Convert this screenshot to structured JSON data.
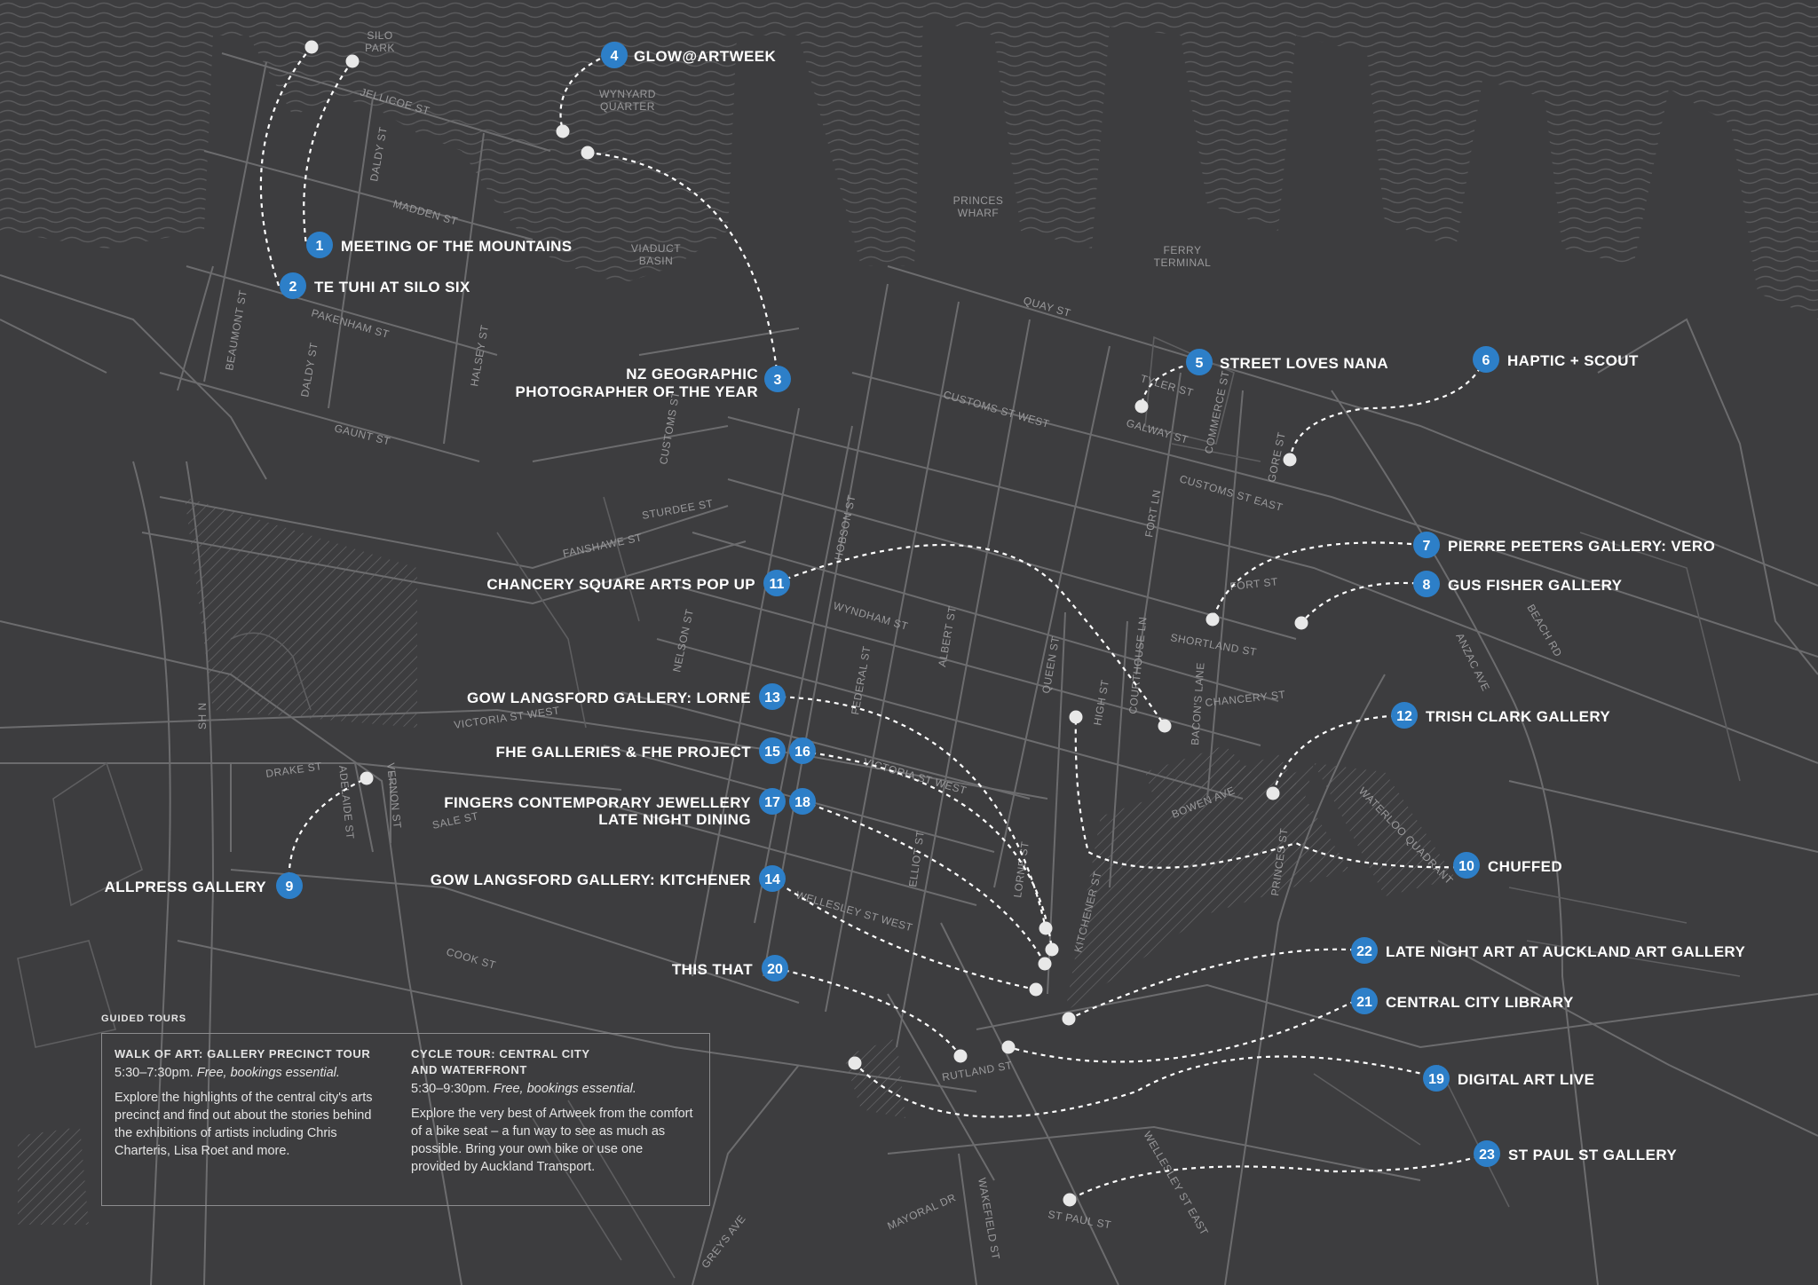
{
  "area_labels": {
    "silo_park": [
      "SILO",
      "PARK"
    ],
    "wynyard_quarter": [
      "WYNYARD",
      "QUARTER"
    ],
    "viaduct_basin": [
      "VIADUCT",
      "BASIN"
    ],
    "princes_wharf": [
      "PRINCES",
      "WHARF"
    ],
    "ferry_terminal": [
      "FERRY",
      "TERMINAL"
    ]
  },
  "streets": {
    "jellicoe": "JELLICOE ST",
    "daldy_north": "DALDY ST",
    "madden": "MADDEN ST",
    "beaumont": "BEAUMONT ST",
    "pakenham": "PAKENHAM ST",
    "daldy_south": "DALDY ST",
    "halsey": "HALSEY ST",
    "gaunt": "GAUNT ST",
    "customs_north": "CUSTOMS ST",
    "sturdee": "STURDEE ST",
    "fanshawe": "FANSHAWE ST",
    "quay": "QUAY ST",
    "customs_west": "CUSTOMS ST WEST",
    "tyler": "TYLER ST",
    "galway": "GALWAY ST",
    "commerce": "COMMERCE ST",
    "gore": "GORE ST",
    "customs_east": "CUSTOMS ST EAST",
    "fort_ln": "FORT LN",
    "fort_st": "FORT ST",
    "hobson": "HOBSON ST",
    "wyndham": "WYNDHAM ST",
    "albert": "ALBERT ST",
    "queen": "QUEEN ST",
    "shortland": "SHORTLAND ST",
    "beach_rd": "BEACH RD",
    "anzac": "ANZAC AVE",
    "nelson": "NELSON ST",
    "federal": "FEDERAL ST",
    "high": "HIGH ST",
    "courthouse": "COURTHOUSE LN",
    "bacons": "BACON'S LANE",
    "chancery": "CHANCERY ST",
    "victoria_west_left": "VICTORIA ST WEST",
    "victoria_west_right": "VICTORIA ST WEST",
    "shn": "SH N",
    "drake": "DRAKE ST",
    "adelaide": "ADELAIDE ST",
    "vernon": "VERNON ST",
    "sale": "SALE ST",
    "bowen": "BOWEN AVE",
    "waterloo": "WATERLOO QUADRANT",
    "princes": "PRINCES ST",
    "elliot": "ELLIOT ST",
    "lorne": "LORNE ST",
    "kitchener": "KITCHENER ST",
    "wellesley_west": "WELLESLEY ST WEST",
    "cook": "COOK ST",
    "rutland": "RUTLAND ST",
    "wellesley_east": "WELLESLEY ST EAST",
    "mayoral": "MAYORAL DR",
    "wakefield": "WAKEFIELD ST",
    "st_paul": "ST PAUL ST",
    "greys": "GREYS AVE"
  },
  "locations": [
    {
      "num": "1",
      "label": [
        "MEETING OF THE MOUNTAINS"
      ]
    },
    {
      "num": "2",
      "label": [
        "TE TUHI AT SILO SIX"
      ]
    },
    {
      "num": "3",
      "label": [
        "NZ GEOGRAPHIC",
        "PHOTOGRAPHER OF THE YEAR"
      ]
    },
    {
      "num": "4",
      "label": [
        "GLOW@ARTWEEK"
      ]
    },
    {
      "num": "5",
      "label": [
        "STREET LOVES NANA"
      ]
    },
    {
      "num": "6",
      "label": [
        "HAPTIC + SCOUT"
      ]
    },
    {
      "num": "7",
      "label": [
        "PIERRE PEETERS GALLERY: VERO"
      ]
    },
    {
      "num": "8",
      "label": [
        "GUS FISHER GALLERY"
      ]
    },
    {
      "num": "9",
      "label": [
        "ALLPRESS GALLERY"
      ]
    },
    {
      "num": "10",
      "label": [
        "CHUFFED"
      ]
    },
    {
      "num": "11",
      "label": [
        "CHANCERY SQUARE ARTS POP UP"
      ]
    },
    {
      "num": "12",
      "label": [
        "TRISH CLARK GALLERY"
      ]
    },
    {
      "num": "13",
      "label": [
        "GOW LANGSFORD GALLERY: LORNE"
      ]
    },
    {
      "num": "14",
      "label": [
        "GOW LANGSFORD GALLERY: KITCHENER"
      ]
    },
    {
      "num": "15",
      "label": []
    },
    {
      "num": "16",
      "label": [
        "FHE GALLERIES & FHE PROJECT"
      ]
    },
    {
      "num": "17",
      "label": []
    },
    {
      "num": "18",
      "label": [
        "FINGERS CONTEMPORARY JEWELLERY",
        "LATE NIGHT DINING"
      ]
    },
    {
      "num": "19",
      "label": [
        "DIGITAL ART LIVE"
      ]
    },
    {
      "num": "20",
      "label": [
        "THIS THAT"
      ]
    },
    {
      "num": "21",
      "label": [
        "CENTRAL CITY LIBRARY"
      ]
    },
    {
      "num": "22",
      "label": [
        "LATE NIGHT ART AT AUCKLAND ART GALLERY"
      ]
    },
    {
      "num": "23",
      "label": [
        "ST PAUL ST GALLERY"
      ]
    }
  ],
  "guided_tours": {
    "heading": "GUIDED TOURS",
    "tours": [
      {
        "title_lines": [
          "WALK OF ART: GALLERY PRECINCT TOUR"
        ],
        "time": "5:30–7:30pm.",
        "note": "Free, bookings essential.",
        "description": "Explore the highlights of the central city's arts precinct and find out about the stories behind the exhibitions of artists including Chris Charteris, Lisa Roet and more."
      },
      {
        "title_lines": [
          "CYCLE TOUR: CENTRAL CITY",
          "AND WATERFRONT"
        ],
        "time": "5:30–9:30pm.",
        "note": "Free, bookings essential.",
        "description": "Explore the very best of Artweek from the comfort of a bike seat – a fun way to see as much as possible. Bring your own bike or use one provided by Auckland Transport."
      }
    ]
  },
  "colors": {
    "background": "#3d3d3f",
    "water_wave": "#5a5a5c",
    "road": "#6c6c6e",
    "badge": "#2d7fc8",
    "label": "#ffffff"
  }
}
